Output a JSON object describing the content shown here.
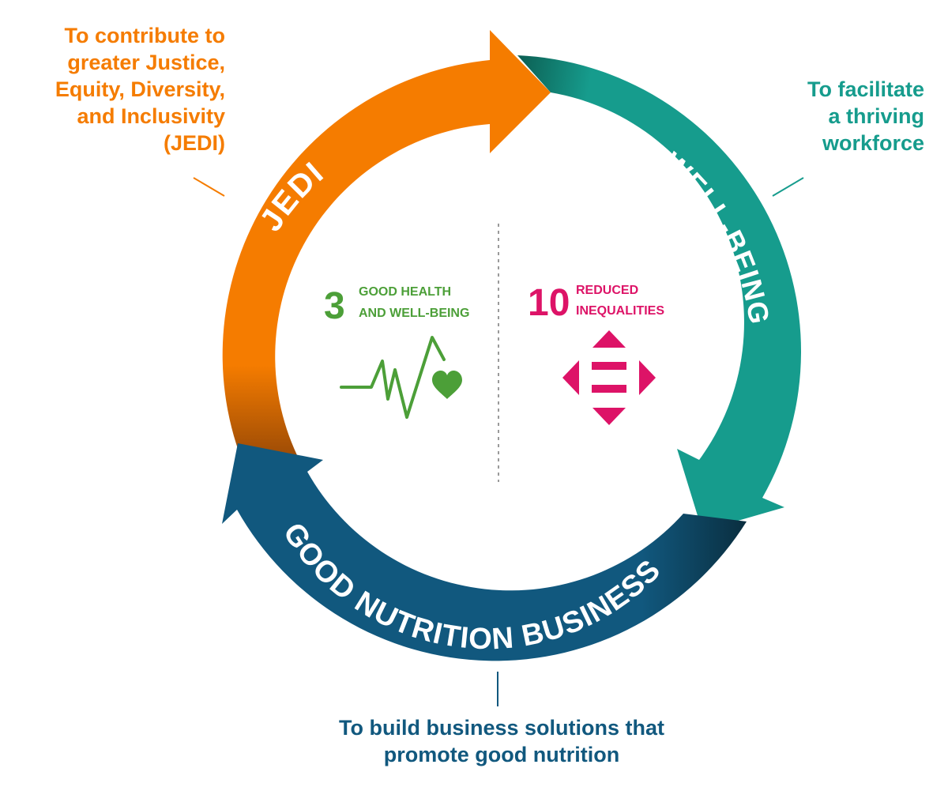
{
  "callouts": {
    "jedi": "To contribute to\ngreater Justice,\nEquity, Diversity,\nand Inclusivity\n(JEDI)",
    "wellbeing": "To facilitate\na thriving\nworkforce",
    "business": "To build business solutions that\npromote good nutrition"
  },
  "cycle": {
    "jedi_label": "JEDI",
    "wellbeing_label": "WELL-BEING",
    "business_label": "GOOD NUTRITION BUSINESS"
  },
  "sdg3": {
    "number": "3",
    "title_line1": "GOOD HEALTH",
    "title_line2": "AND WELL-BEING",
    "icon": "heartbeat-icon"
  },
  "sdg10": {
    "number": "10",
    "title_line1": "REDUCED",
    "title_line2": "INEQUALITIES",
    "icon": "equality-arrows-icon"
  },
  "colors": {
    "orange": "#F57C00",
    "teal": "#169C8D",
    "navy": "#11587E",
    "sdg3_green": "#4C9F38",
    "sdg10_magenta": "#DD1367"
  }
}
